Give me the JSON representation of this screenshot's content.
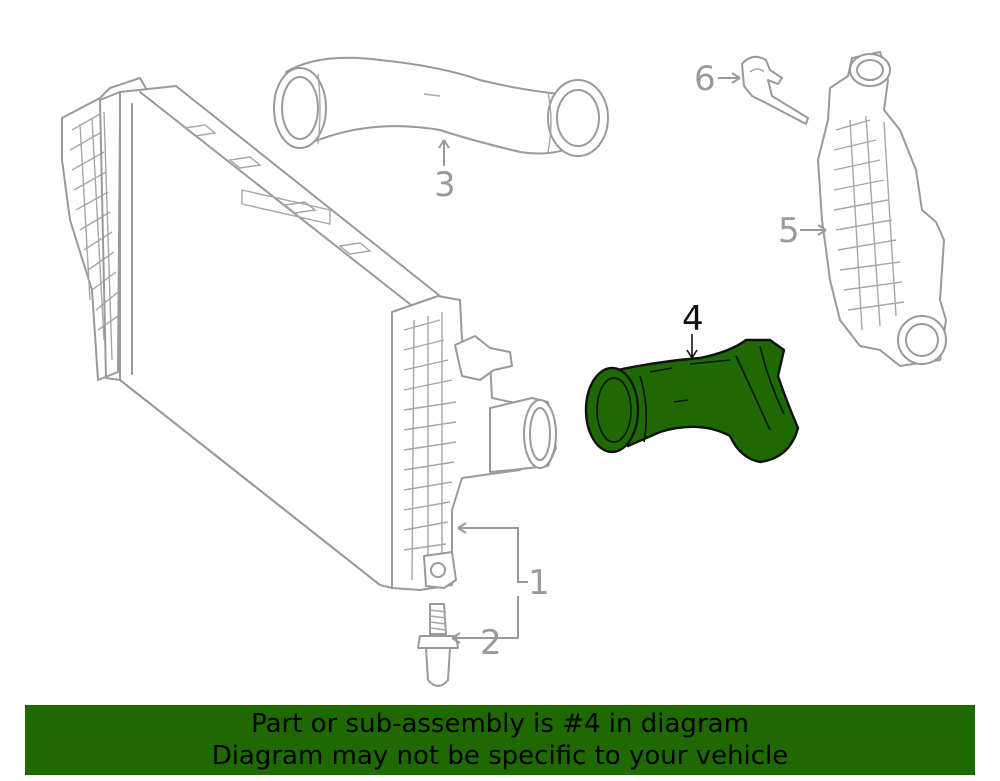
{
  "diagram": {
    "callouts": [
      {
        "id": "1",
        "label": "1"
      },
      {
        "id": "2",
        "label": "2"
      },
      {
        "id": "3",
        "label": "3"
      },
      {
        "id": "4",
        "label": "4"
      },
      {
        "id": "5",
        "label": "5"
      },
      {
        "id": "6",
        "label": "6"
      }
    ],
    "highlighted_part": "4",
    "colors": {
      "highlight": "#1f6a00",
      "line": "#9a9a9a",
      "banner": "#1f6a00"
    }
  },
  "banner": {
    "line1": "Part or sub-assembly is #4 in diagram",
    "line2": "Diagram may not be specific to your vehicle"
  }
}
